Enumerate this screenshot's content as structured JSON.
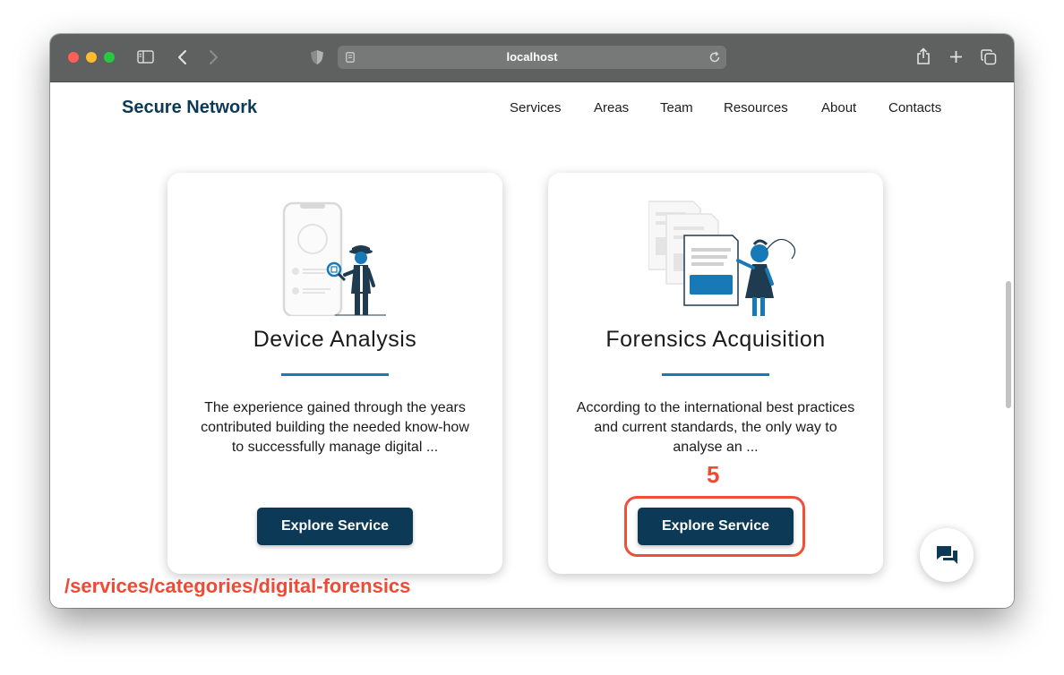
{
  "browser": {
    "url": "localhost"
  },
  "site": {
    "brand": "Secure Network",
    "nav": [
      "Services",
      "Areas",
      "Team",
      "Resources",
      "About",
      "Contacts"
    ]
  },
  "cards": [
    {
      "title": "Device Analysis",
      "description": "The experience gained through the years contributed building the needed know-how to successfully manage digital ...",
      "button": "Explore Service",
      "illustration": "phone-inspector-illustration"
    },
    {
      "title": "Forensics Acquisition",
      "description": "According to the international best practices and current standards, the only way to analyse an ...",
      "button": "Explore Service",
      "illustration": "documents-analyst-illustration"
    }
  ],
  "chat_widget": {
    "icon": "chat-bubbles-icon"
  },
  "annotations": {
    "step_number": "5",
    "path_label": "/services/categories/digital-forensics",
    "color": "#ee4a35"
  },
  "colors": {
    "brand": "#0c3a56",
    "accent": "#1779b5",
    "titlebar": "#5f6161"
  }
}
